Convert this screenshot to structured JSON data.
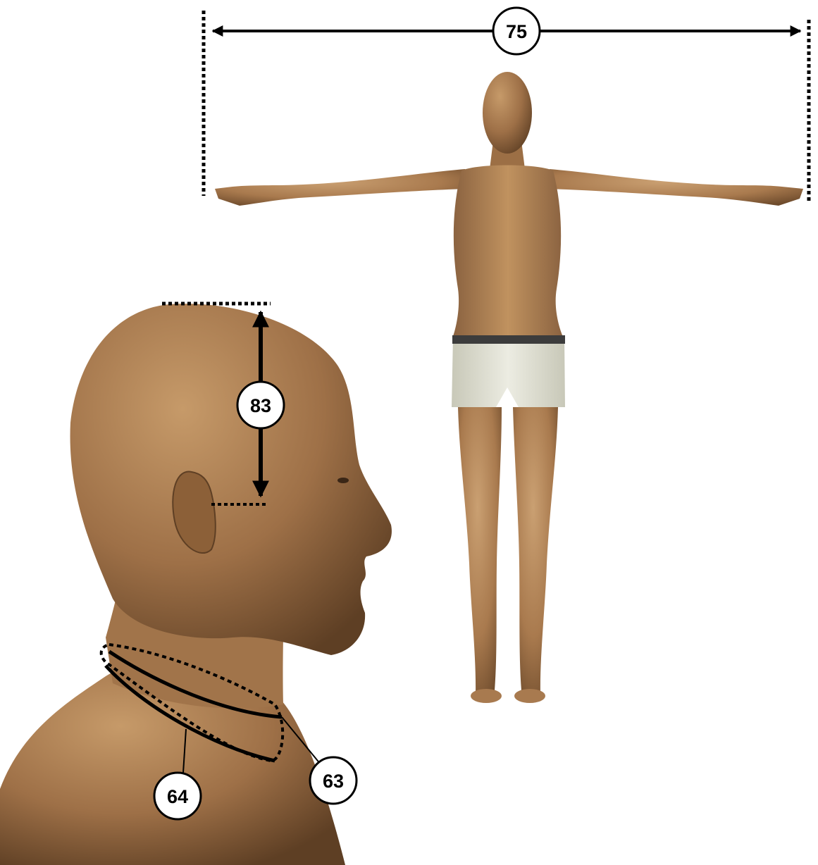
{
  "measurements": {
    "arm_span": {
      "label": "75"
    },
    "ear_to_crown": {
      "label": "83"
    },
    "neck_base": {
      "label": "64"
    },
    "neck_middle": {
      "label": "63"
    }
  },
  "colors": {
    "background": "#ffffff",
    "line": "#000000",
    "badge_fill": "#ffffff",
    "skin": "#b98a5c",
    "skin_shadow": "#7a5533",
    "underwear": "#dcdcd0",
    "waistband": "#3c3c3c"
  }
}
